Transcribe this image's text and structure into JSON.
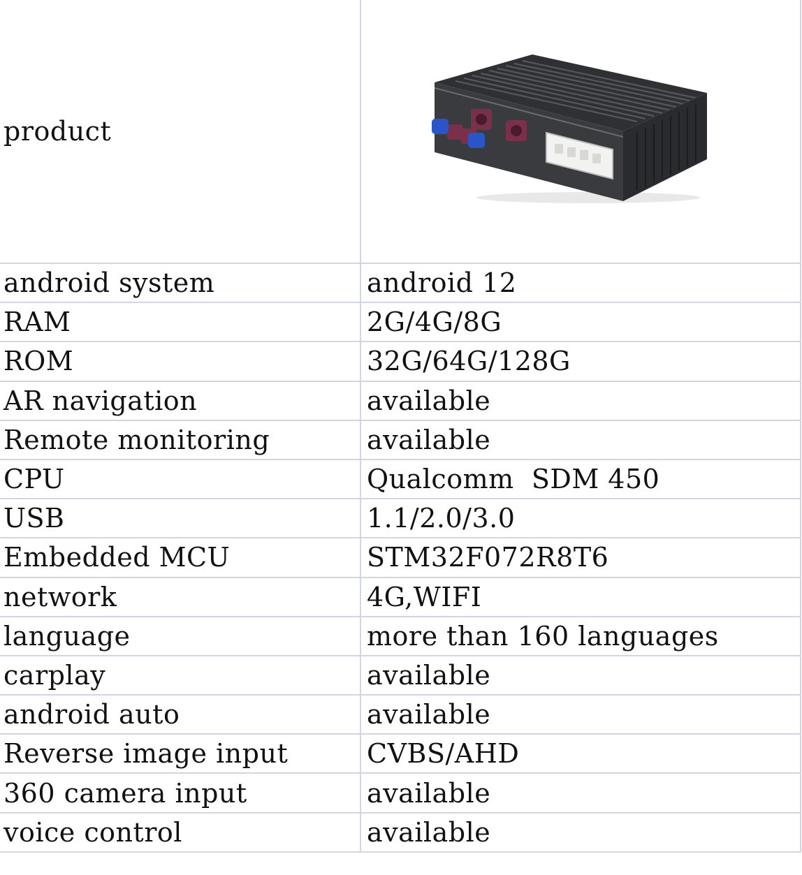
{
  "product": {
    "label": "product",
    "image_icon": "android-navigation-box-device"
  },
  "specs": [
    {
      "name": "android system",
      "value": "android 12"
    },
    {
      "name": "RAM",
      "value": "2G/4G/8G"
    },
    {
      "name": "ROM",
      "value": "32G/64G/128G"
    },
    {
      "name": "AR navigation",
      "value": "available"
    },
    {
      "name": "Remote monitoring",
      "value": "available"
    },
    {
      "name": "CPU",
      "value": "Qualcomm  SDM 450"
    },
    {
      "name": "USB",
      "value": "1.1/2.0/3.0"
    },
    {
      "name": "Embedded MCU",
      "value": "STM32F072R8T6"
    },
    {
      "name": "network",
      "value": "4G,WIFI"
    },
    {
      "name": "language",
      "value": "more than 160 languages"
    },
    {
      "name": "carplay",
      "value": "available"
    },
    {
      "name": "android auto",
      "value": "available"
    },
    {
      "name": "Reverse image input",
      "value": "CVBS/AHD"
    },
    {
      "name": "360 camera input",
      "value": "available"
    },
    {
      "name": "voice control",
      "value": "available"
    }
  ],
  "colors": {
    "grid": "#d2d5e2",
    "text": "#111111",
    "device_body": "#3a3b3e",
    "connector_blue": "#2a55c9",
    "connector_purple": "#7a2f4a",
    "connector_white": "#f2f2f0"
  }
}
